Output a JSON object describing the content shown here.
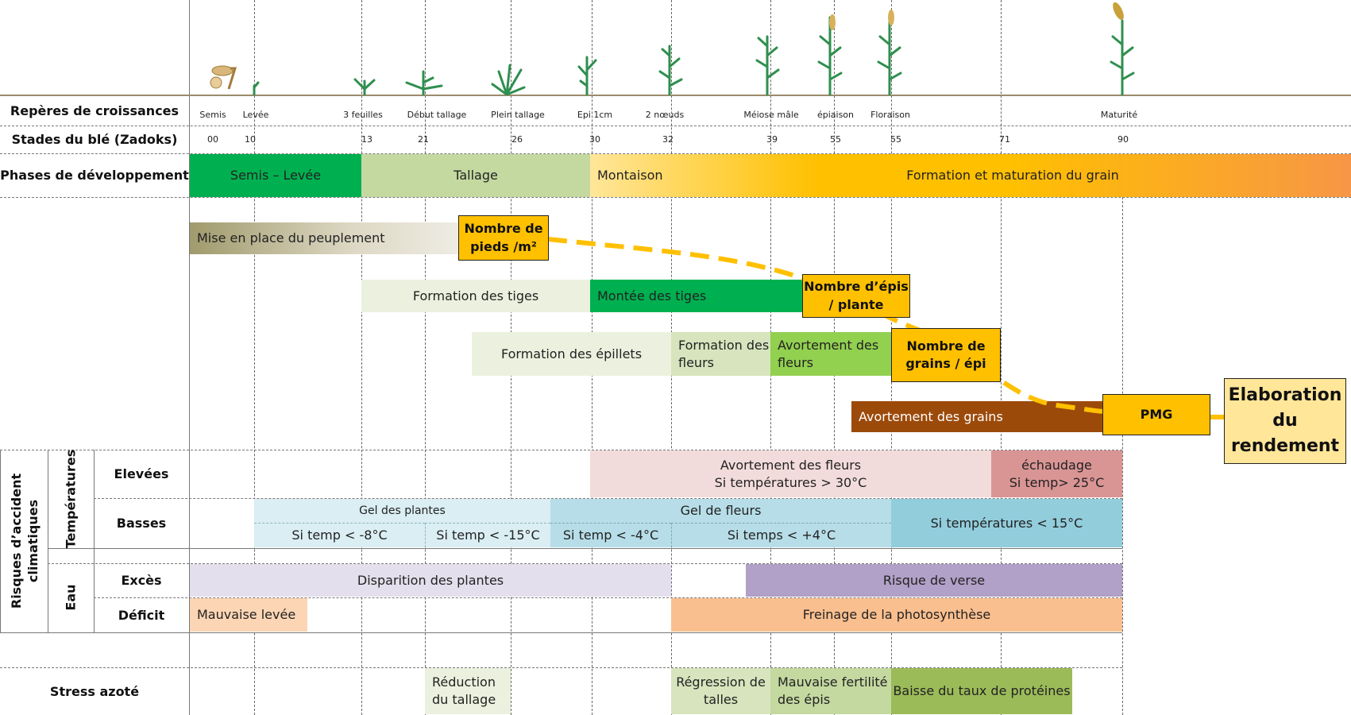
{
  "rows": {
    "reperes": "Repères de croissances",
    "stades": "Stades du blé (Zadoks)",
    "phases": "Phases de développement",
    "risques": "Risques d’accident climatiques",
    "temperatures": "Températures",
    "eau": "Eau",
    "elevees": "Elevées",
    "basses": "Basses",
    "exces": "Excès",
    "deficit": "Déficit",
    "stress": "Stress azoté"
  },
  "stages": [
    {
      "name": "Semis",
      "code": "00"
    },
    {
      "name": "Levée",
      "code": "10"
    },
    {
      "name": "3 feuilles",
      "code": "13"
    },
    {
      "name": "Début tallage",
      "code": "21"
    },
    {
      "name": "Plein tallage",
      "code": "26"
    },
    {
      "name": "Epi 1cm",
      "code": "30"
    },
    {
      "name": "2 nœuds",
      "code": "32"
    },
    {
      "name": "Méiose mâle",
      "code": "39"
    },
    {
      "name": "épiaison",
      "code": "55"
    },
    {
      "name": "Floraison",
      "code": "55"
    },
    {
      "name": "",
      "code": "71"
    },
    {
      "name": "Maturité",
      "code": "90"
    }
  ],
  "phases": {
    "semis_levee": "Semis – Levée",
    "tallage": "Tallage",
    "montaison": "Montaison",
    "formation_grain": "Formation et maturation du grain"
  },
  "bars": {
    "peuplement": "Mise en place du peuplement",
    "form_tiges": "Formation des tiges",
    "montee_tiges": "Montée des tiges",
    "form_epillets": "Formation des épillets",
    "form_fleurs": "Formation des fleurs",
    "avort_fleurs": "Avortement des fleurs",
    "avort_grains": "Avortement des grains"
  },
  "nodes": {
    "pieds": "Nombre de pieds /m²",
    "epis": "Nombre d’épis / plante",
    "grains": "Nombre de grains / épi",
    "pmg": "PMG",
    "rendement": "Elaboration du rendement"
  },
  "risks": {
    "elev_fleurs_1": "Avortement des fleurs",
    "elev_fleurs_2": "Si températures > 30°C",
    "echaudage_1": "échaudage",
    "echaudage_2": "Si temp> 25°C",
    "gel_plantes": "Gel des plantes",
    "gel_p1": "Si temp < -8°C",
    "gel_p2": "Si temp < -15°C",
    "gel_fleurs": "Gel de fleurs",
    "gel_f1": "Si temp < -4°C",
    "gel_f2": "Si temps < +4°C",
    "basses_15": "Si températures  < 15°C",
    "disparition": "Disparition des plantes",
    "verse": "Risque de verse",
    "mauvaise_levee": "Mauvaise levée",
    "freinage": "Freinage de la photosynthèse"
  },
  "stress": {
    "reduction": "Réduction du tallage",
    "regression": "Régression de talles",
    "fertilite": "Mauvaise fertilité des épis",
    "proteines": "Baisse du taux de protéines"
  },
  "colors": {
    "green_dark": "#00b050",
    "green_light": "#c4d9a0",
    "yellow": "#ffc000",
    "orange": "#f79646",
    "brown": "#9c4a0a",
    "pink": "#f2dcdb",
    "red_soft": "#d99594",
    "blue_light": "#daeef3",
    "blue_mid": "#b7dee8",
    "blue": "#92cddc",
    "lavender": "#e4dfec",
    "purple": "#b1a0c7",
    "peach": "#fcd5b4",
    "salmon": "#fabf8f"
  }
}
